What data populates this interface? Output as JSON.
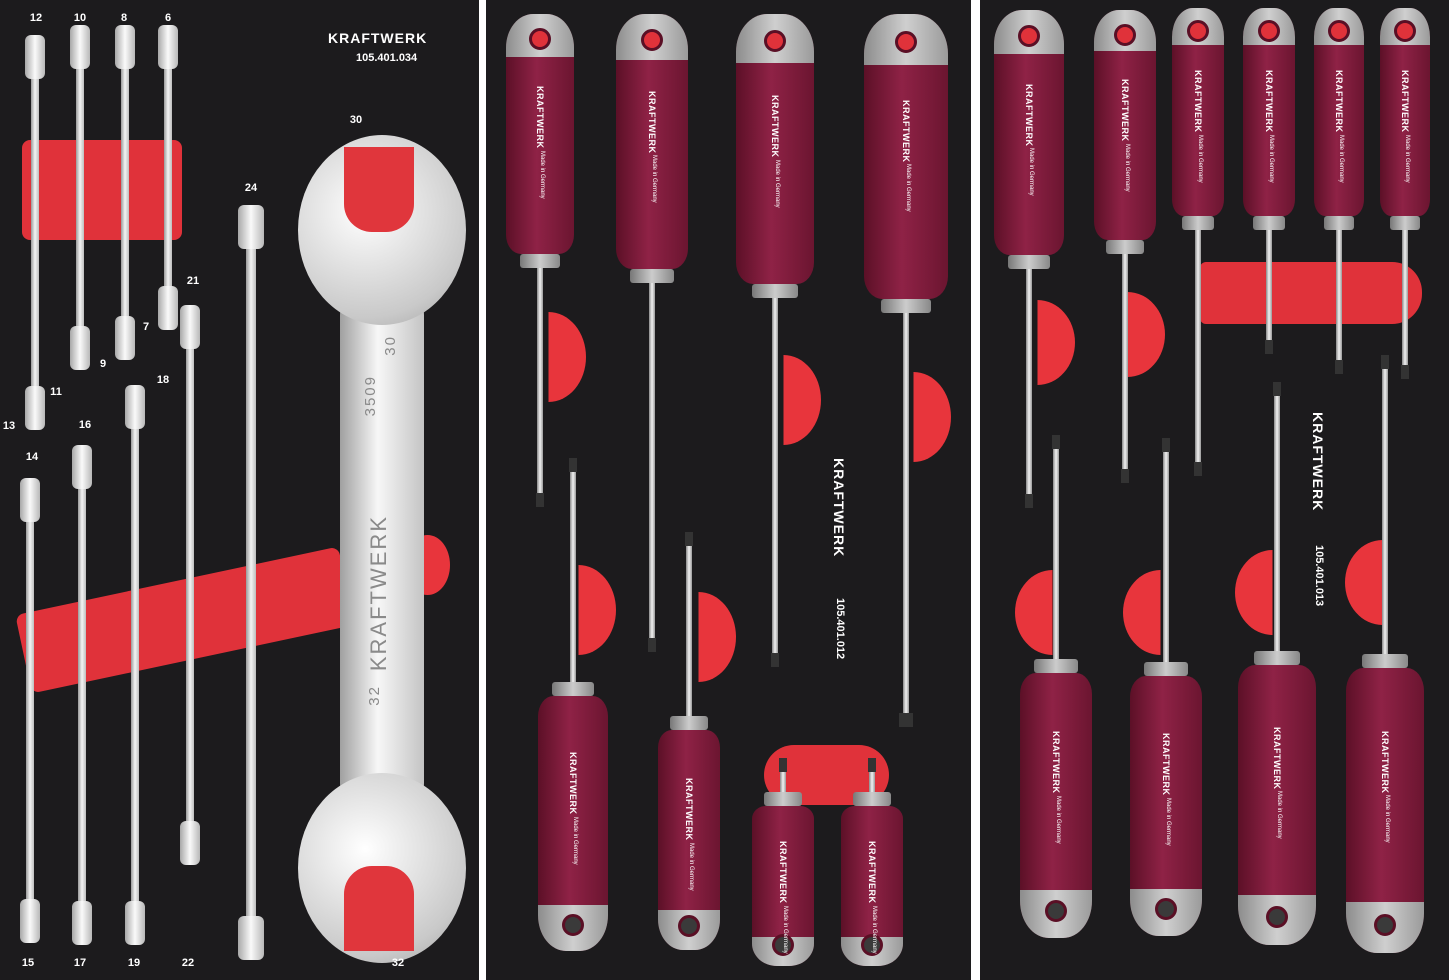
{
  "brand": "KRAFTWERK",
  "made_in": "Made in Germany",
  "colors": {
    "foam": "#e0323a",
    "tray": "#1c1b1d",
    "handle": "#7a1a38",
    "cap": "#b5b5b5"
  },
  "tray_wrenches": {
    "code": "105.401.034",
    "sizes": [
      "12",
      "10",
      "8",
      "6",
      "30",
      "24",
      "21",
      "7",
      "9",
      "18",
      "11",
      "13",
      "16",
      "14",
      "15",
      "17",
      "19",
      "22",
      "32"
    ],
    "big_wrench_marks": [
      "KRAFTWERK",
      "3509",
      "30",
      "32"
    ]
  },
  "tray_slotted": {
    "code": "105.401.012"
  },
  "tray_torx": {
    "code": "105.401.013"
  }
}
